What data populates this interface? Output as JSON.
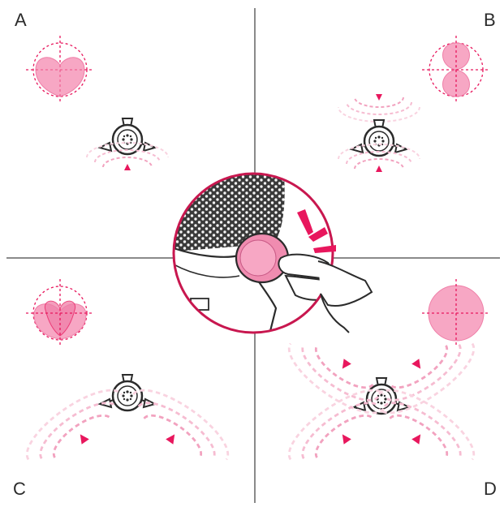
{
  "quadrants": [
    {
      "id": "a",
      "label": "A",
      "pattern": "cardioid",
      "pattern_icon": "cardioid-pattern-icon"
    },
    {
      "id": "b",
      "label": "B",
      "pattern": "figure-8",
      "pattern_icon": "figure-8-pattern-icon"
    },
    {
      "id": "c",
      "label": "C",
      "pattern": "stereo",
      "pattern_icon": "stereo-pattern-icon"
    },
    {
      "id": "d",
      "label": "D",
      "pattern": "omnidirectional",
      "pattern_icon": "omni-pattern-icon"
    }
  ],
  "center_illustration": {
    "icon": "microphone-pattern-button-press-icon"
  },
  "colors": {
    "pattern_fill": "#f7a7c4",
    "pattern_fill_dark": "#ef7fa8",
    "accent": "#e8175d",
    "ring": "#c8174f",
    "divider": "#8a8a8a",
    "ink": "#2b2b2b"
  }
}
